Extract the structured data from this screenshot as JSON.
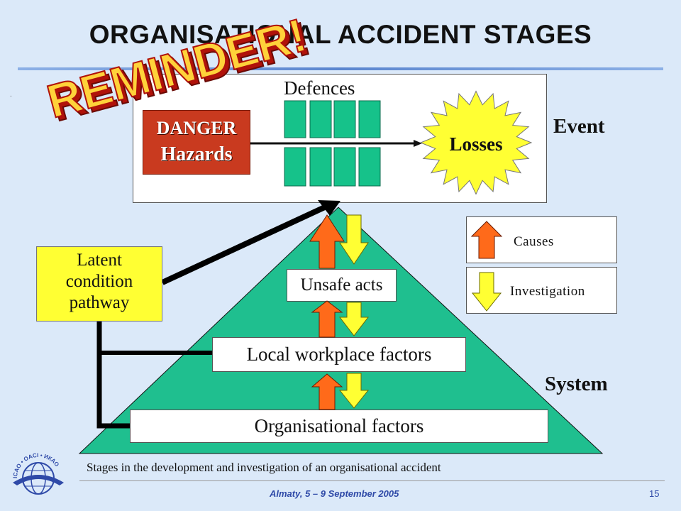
{
  "title": "ORGANISATIONAL ACCIDENT STAGES",
  "reminder_stamp": "REMINDER!",
  "event_box": {
    "defences_label": "Defences",
    "danger_label": "DANGER",
    "hazards_label": "Hazards",
    "losses_label": "Losses"
  },
  "side_labels": {
    "event": "Event",
    "system": "System"
  },
  "pyramid": {
    "unsafe_acts": "Unsafe  acts",
    "local_workplace": "Local workplace factors",
    "organisational": "Organisational  factors"
  },
  "latent": {
    "line1": "Latent",
    "line2": "condition",
    "line3": "pathway"
  },
  "legend": {
    "causes": "Causes",
    "investigation": "Investigation"
  },
  "caption": "Stages in the development and investigation of an organisational accident",
  "footer": {
    "text": "Almaty, 5 – 9 September 2005",
    "page": "15"
  },
  "logo_text": "ICAO • OACI • ИКАО",
  "colors": {
    "background": "#dbe9f9",
    "pyramid": "#1fbf8f",
    "danger": "#c93a1f",
    "defence_bar": "#16c28a",
    "losses_burst": "#ffff33",
    "cause_arrow": "#ff6a1a",
    "investigation_arrow": "#ffff33",
    "latent_box": "#ffff33",
    "reminder_fill": "#ffd23a",
    "reminder_shadow": "#b0120a"
  }
}
